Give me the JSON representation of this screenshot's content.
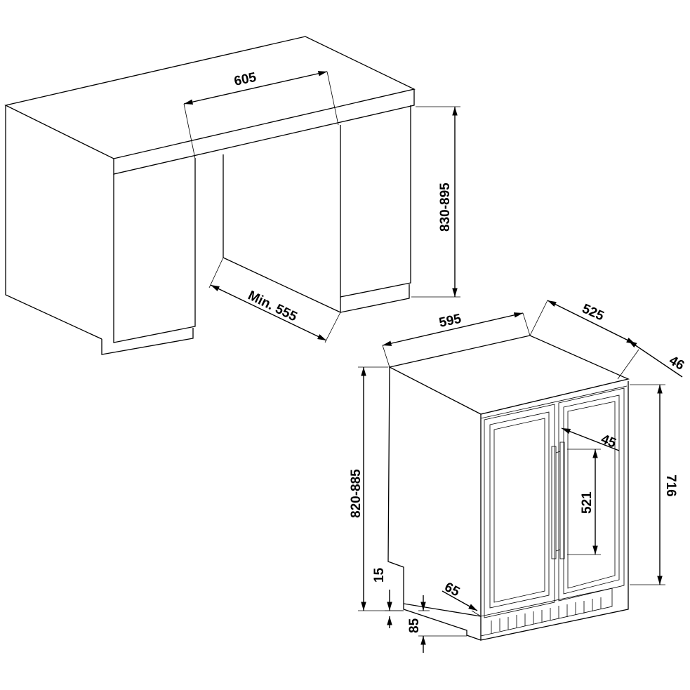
{
  "cabinet": {
    "opening_width": "605",
    "worktop_height": "830-895",
    "opening_depth": "Min. 555"
  },
  "appliance": {
    "width": "595",
    "depth": "525",
    "door_depth": "46",
    "height": "820-885",
    "door_height": "716",
    "handle_offset": "45",
    "handle_length": "521",
    "foot_adjust": "15",
    "plinth_setback": "65",
    "plinth_height": "85"
  }
}
